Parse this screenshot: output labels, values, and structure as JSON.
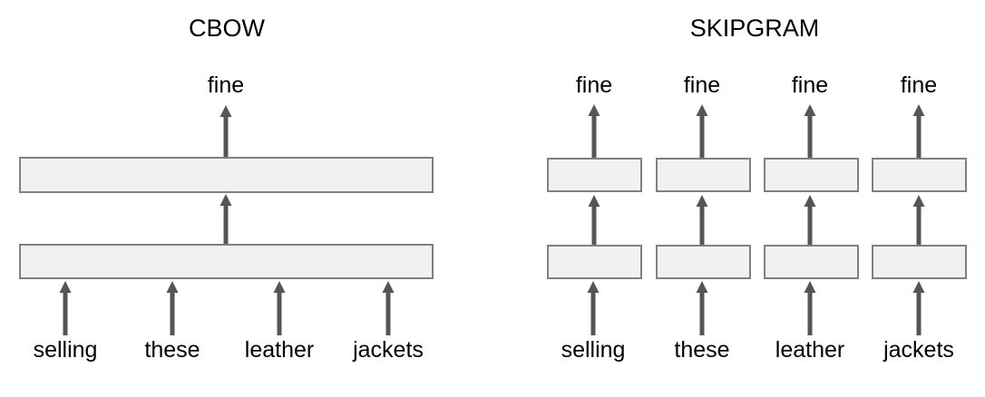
{
  "diagram": {
    "type": "word2vec-architecture-comparison",
    "background_color": "#ffffff",
    "box_fill_color": "#f1f1f1",
    "box_border_color": "#808080",
    "arrow_color": "#555555",
    "text_color": "#000000"
  },
  "panels": [
    {
      "id": "cbow",
      "title": "CBOW",
      "output_label": "fine",
      "input_labels": [
        "selling",
        "these",
        "leather",
        "jackets"
      ],
      "layers": [
        "output-projection-layer",
        "hidden-sum-layer"
      ],
      "layer_count": 2,
      "shape": "single shared layer bar spanning all inputs"
    },
    {
      "id": "skipgram",
      "title": "SKIPGRAM",
      "output_labels": [
        "fine",
        "fine",
        "fine",
        "fine"
      ],
      "input_labels": [
        "selling",
        "these",
        "leather",
        "jackets"
      ],
      "layers": [
        "output-projection-layer",
        "hidden-embedding-layer"
      ],
      "layer_count": 2,
      "columns": 4,
      "shape": "one independent pair of layer boxes per input word"
    }
  ]
}
